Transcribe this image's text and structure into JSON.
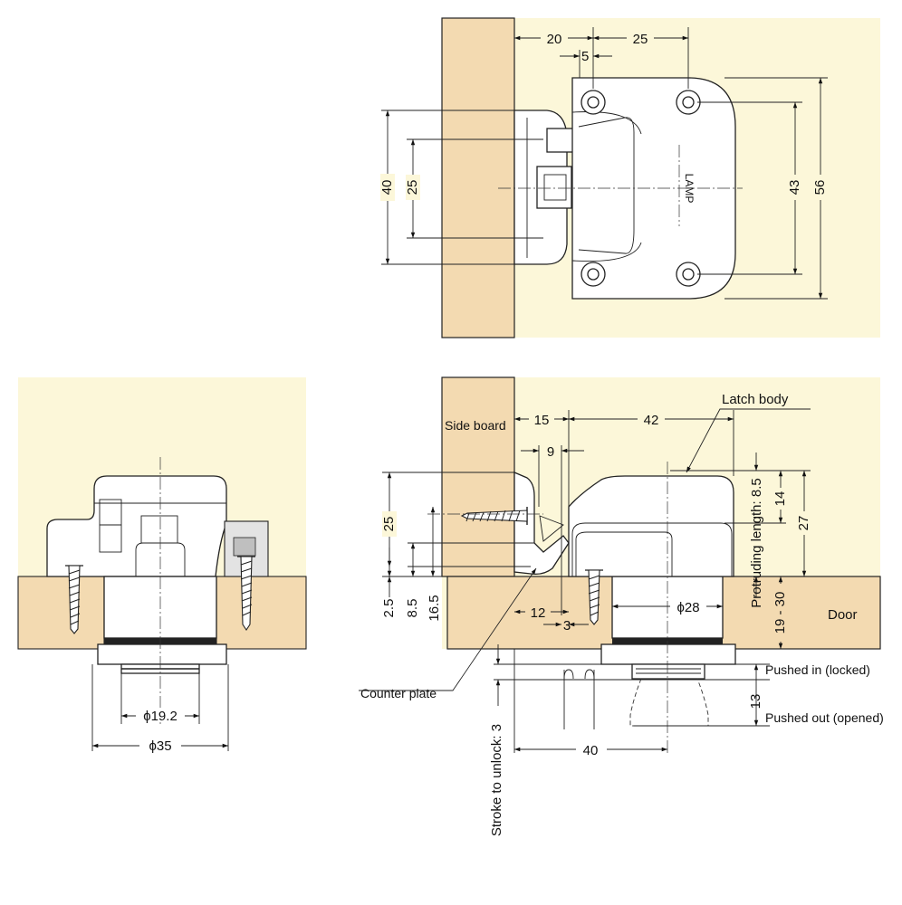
{
  "colors": {
    "panel_background": "#fcf7d9",
    "wood": "#f3dab1",
    "line": "#222222"
  },
  "top_view": {
    "brand_mark": "LAMP",
    "dims": {
      "d20": "20",
      "d25_top": "25",
      "d5": "5",
      "d40": "40",
      "d25_left": "25",
      "d43": "43",
      "d56": "56"
    }
  },
  "front_view": {
    "dims": {
      "phi19": "ϕ19.2",
      "phi35": "ϕ35"
    }
  },
  "side_view": {
    "labels": {
      "side_board": "Side board",
      "latch_body": "Latch body",
      "door": "Door",
      "counter_plate": "Counter plate",
      "pushed_in": "Pushed in (locked)",
      "pushed_out": "Pushed out (opened)",
      "protruding": "Protruding length: 8.5",
      "stroke": "Stroke to unlock: 3"
    },
    "dims": {
      "d15": "15",
      "d42": "42",
      "d9": "9",
      "d25": "25",
      "d2_5": "2.5",
      "d8_5": "8.5",
      "d16_5": "16.5",
      "d12": "12",
      "d3": "3",
      "phi28": "ϕ28",
      "d14": "14",
      "d27": "27",
      "d19_30": "19 - 30",
      "d13": "13",
      "d40": "40"
    }
  }
}
